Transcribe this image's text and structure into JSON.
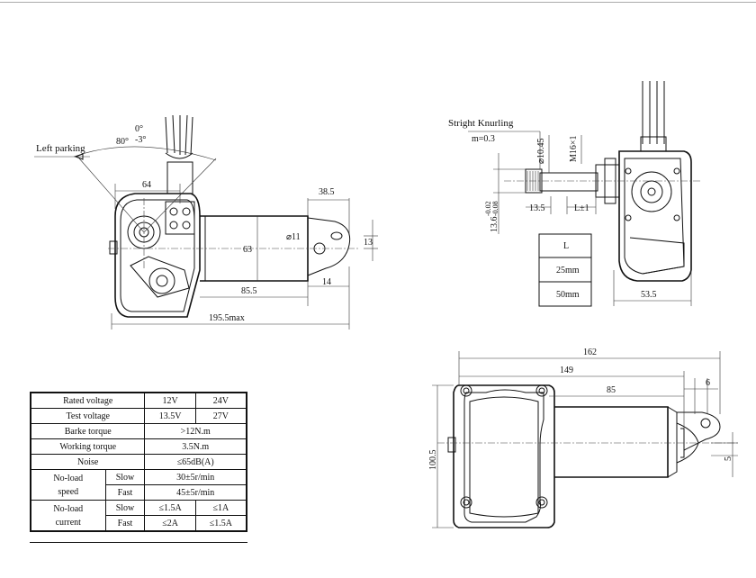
{
  "left_view": {
    "left_parking_label": "Left parking",
    "angle_80": "80°",
    "angle_0": "0°",
    "angle_minus3": "-3°",
    "dim_64": "64",
    "dim_38_5": "38.5",
    "dim_d11": "⌀11",
    "dim_13": "13",
    "dim_63": "63",
    "dim_85_5": "85.5",
    "dim_14": "14",
    "dim_195_5": "195.5max"
  },
  "right_view": {
    "knurling_label": "Stright Knurling",
    "knurling_m": "m=0.3",
    "dim_d10_45": "⌀10.45",
    "dim_m16": "M16×1",
    "dim_13_6": "13.6",
    "dim_13_6_tol_top": "-0.02",
    "dim_13_6_tol_bottom": "-0.08",
    "dim_13_5": "13.5",
    "dim_l_pm1": "L±1",
    "dim_53_5": "53.5",
    "l_table": {
      "header": "L",
      "rows": [
        "25mm",
        "50mm"
      ]
    }
  },
  "bottom_view": {
    "dim_162": "162",
    "dim_149": "149",
    "dim_85": "85",
    "dim_6": "6",
    "dim_100_5": "100.5",
    "dim_5": "5"
  },
  "spec_table": {
    "rated_voltage": {
      "label": "Rated voltage",
      "v12": "12V",
      "v24": "24V"
    },
    "test_voltage": {
      "label": "Test voltage",
      "v12": "13.5V",
      "v24": "27V"
    },
    "brake_torque": {
      "label": "Barke torque",
      "value": ">12N.m"
    },
    "working_torque": {
      "label": "Working torque",
      "value": "3.5N.m"
    },
    "noise": {
      "label": "Noise",
      "value": "≤65dB(A)"
    },
    "noload_speed": {
      "label_line1": "No-load",
      "label_line2": "speed",
      "slow_label": "Slow",
      "slow_value": "30±5r/min",
      "fast_label": "Fast",
      "fast_value": "45±5r/min"
    },
    "noload_current": {
      "label_line1": "No-load",
      "label_line2": "current",
      "slow_label": "Slow",
      "slow_v12": "≤1.5A",
      "slow_v24": "≤1A",
      "fast_label": "Fast",
      "fast_v12": "≤2A",
      "fast_v24": "≤1.5A"
    }
  }
}
